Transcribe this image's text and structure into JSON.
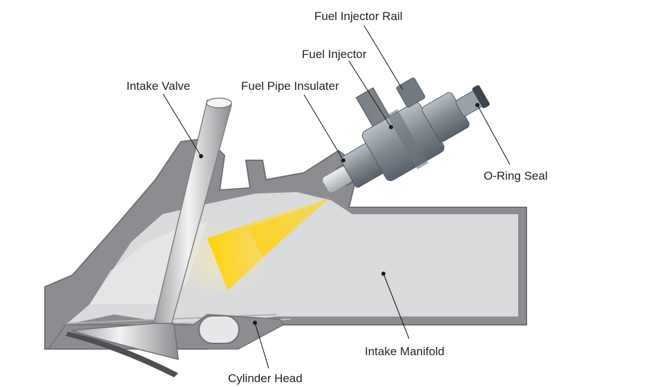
{
  "labels": {
    "fuel_injector_rail": "Fuel Injector Rail",
    "fuel_injector": "Fuel Injector",
    "intake_valve": "Intake Valve",
    "fuel_pipe_insulater": "Fuel Pipe Insulater",
    "o_ring_seal": "O-Ring Seal",
    "intake_manifold": "Intake Manifold",
    "cylinder_head": "Cylinder Head"
  },
  "colors": {
    "housing": "#8c8d90",
    "housing_dark": "#6f7073",
    "passage": "#d9dadb",
    "passage_light": "#e6e7e8",
    "valve_light": "#eceded",
    "valve_dark": "#8e9093",
    "injector_light": "#a7afb5",
    "injector_dark": "#5d666c",
    "spray": "#ffd200",
    "leader": "#1a1a1a",
    "label_text": "#222222"
  }
}
